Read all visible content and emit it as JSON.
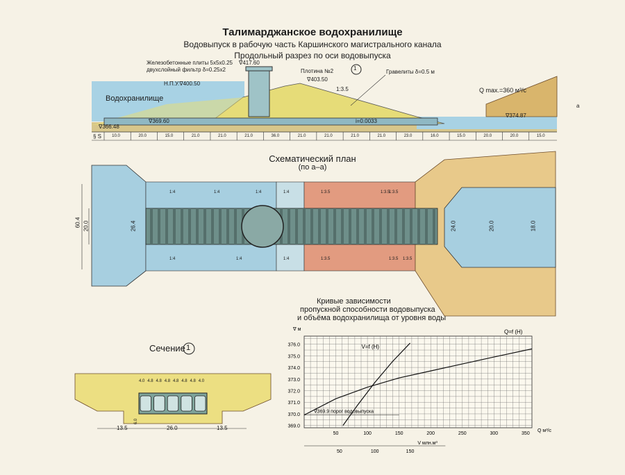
{
  "header": {
    "title": "Талимарджанское водохранилище",
    "subtitle1": "Водовыпуск в рабочую часть Каршинского магистрального канала",
    "subtitle2": "Продольный разрез по оси водовыпуска"
  },
  "profile": {
    "label_plates": "Железобетонные плиты 5х5х0.25",
    "label_filter": "двухслойный фильтр δ=0.25х2",
    "label_dam": "Плотина №2",
    "label_section_marker": "1",
    "label_gravel": "Гравелиты δ=0.5 м",
    "label_reservoir": "Водохранилище",
    "label_nlu": "Н.П.У.∇400.50",
    "label_tower_top": "∇417.60",
    "label_dam_crest": "∇403.50",
    "label_slope": "1:3.5",
    "label_qmax": "Q max.=360 м³/с",
    "label_lev1": "∇369.60",
    "label_lev2": "∇366.48",
    "label_lev3": "∇374.87",
    "label_i": "i=0.0033",
    "label_a": "а",
    "label_ss": "§ S",
    "dims": [
      "10.0",
      "20.0",
      "15.0",
      "21.0",
      "21.0",
      "21.0",
      "36.0",
      "21.0",
      "21.0",
      "21.0",
      "21.0",
      "23.0",
      "16.0",
      "15.0",
      "20.0",
      "20.0",
      "15.0"
    ]
  },
  "plan": {
    "title": "Схематический план",
    "subtitle": "(по а–а)",
    "dim_60": "60.4",
    "dim_20": "20.0",
    "dim_26": "26.4",
    "dim_24": "24.0",
    "dim_20b": "20.0",
    "dim_18": "18.0",
    "slopes_top": [
      "1:4",
      "1:4",
      "1:4",
      "1:4",
      "1:3.5",
      "1:3.5",
      "1:3.5"
    ],
    "slopes_bottom": [
      "1:4",
      "1:4",
      "1:4",
      "1:3.5",
      "1:3.5",
      "1:3.5"
    ]
  },
  "chart_caption": {
    "line1": "Кривые зависимости",
    "line2": "пропускной способности водовыпуска",
    "line3": "и объёма водохранилища от уровня воды"
  },
  "section": {
    "title": "Сечение",
    "marker": "1",
    "dims_top": [
      "4.0",
      "4.8",
      "4.8",
      "4.8",
      "4.8",
      "4.8",
      "4.8",
      "4.0"
    ],
    "dim_left": "13.5",
    "dim_mid": "26.0",
    "dim_right": "13.5",
    "dim_h": "6.0"
  },
  "chart_data": {
    "type": "line",
    "y_axis_label": "∇ м",
    "q_axis_label": "Q м³/с",
    "v_axis_label": "V млн.м³",
    "ylim": [
      368.8,
      376.7
    ],
    "y_ticks": [
      369.0,
      370.0,
      371.0,
      372.0,
      373.0,
      374.0,
      375.0,
      376.0
    ],
    "q_ticks": [
      50,
      100,
      150,
      200,
      250,
      300,
      350
    ],
    "q_range": [
      0,
      360
    ],
    "v_ticks": [
      50,
      100,
      150
    ],
    "v_range": [
      0,
      200
    ],
    "threshold_label": "∇369.9   порог водовыпуска",
    "threshold_value": 369.9,
    "series": [
      {
        "name": "Q=f (H)",
        "axis": "Q",
        "x": [
          0,
          50,
          100,
          150,
          200,
          250,
          300,
          360
        ],
        "y": [
          369.9,
          371.3,
          372.3,
          373.1,
          373.7,
          374.3,
          374.9,
          375.6
        ]
      },
      {
        "name": "V=f (H)",
        "axis": "V",
        "x": [
          55,
          75,
          100,
          125,
          150
        ],
        "y": [
          369.0,
          370.7,
          372.7,
          374.5,
          376.1
        ]
      }
    ]
  }
}
